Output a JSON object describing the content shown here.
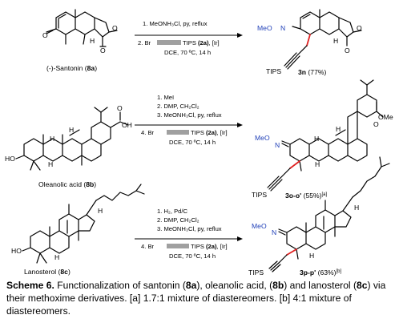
{
  "reactions": [
    {
      "id": "santonin",
      "substrate": {
        "name": "(-)-Santonin",
        "code": "8a",
        "atoms": [
          "O",
          "O",
          "O",
          "H"
        ]
      },
      "conditions": [
        "1. MeONH₃Cl, py, reflux",
        "2. Br",
        "TIPS",
        "(2a)",
        "[Ir]",
        "DCE, 70 ºC, 14 h"
      ],
      "product": {
        "code": "3n",
        "yield": "(77%)",
        "meo_n": "MeO",
        "n_label": "N",
        "tips": "TIPS",
        "atoms": [
          "O",
          "O",
          "H"
        ]
      }
    },
    {
      "id": "oleanolic",
      "substrate": {
        "name": "Oleanolic acid",
        "code": "8b",
        "atoms": [
          "OH",
          "O",
          "HO",
          "H",
          "H",
          "H"
        ]
      },
      "conditions": [
        "1. MeI",
        "2. DMP, CH₂Cl₂",
        "3. MeONH₃Cl, py, reflux",
        "4. Br",
        "TIPS",
        "(2a)",
        "[Ir]",
        "DCE, 70 ºC, 14 h"
      ],
      "product": {
        "code": "3o-o'",
        "yield": "(55%)",
        "note": "[a]",
        "meo_n": "MeO",
        "n_label": "N",
        "tips": "TIPS",
        "atoms": [
          "OMe",
          "O",
          "H",
          "H",
          "H"
        ]
      }
    },
    {
      "id": "lanosterol",
      "substrate": {
        "name": "Lanosterol",
        "code": "8c",
        "atoms": [
          "HO",
          "H",
          "H"
        ]
      },
      "conditions": [
        "1. H₂, Pd/C",
        "2. DMP, CH₂Cl₂",
        "3. MeONH₃Cl, py, reflux",
        "4. Br",
        "TIPS",
        "(2a)",
        "[Ir]",
        "DCE, 70 ºC, 14 h"
      ],
      "product": {
        "code": "3p-p'",
        "yield": "(63%)",
        "note": "[b]",
        "meo_n": "MeO",
        "n_label": "N",
        "tips": "TIPS",
        "atoms": [
          "H",
          "H"
        ]
      }
    }
  ],
  "caption": {
    "label": "Scheme 6.",
    "t1": " Functionalization of santonin (",
    "c1": "8a",
    "t2": "), oleanolic acid, (",
    "c2": "8b",
    "t3": ") and lanosterol (",
    "c3": "8c",
    "t4": ") via their methoxime derivatives. [a] 1.7:1 mixture of diastereomers. [b] 4:1 mixture of diastereomers."
  },
  "colors": {
    "methoxime": "#1f3fb8",
    "new_bond": "#e02020"
  }
}
